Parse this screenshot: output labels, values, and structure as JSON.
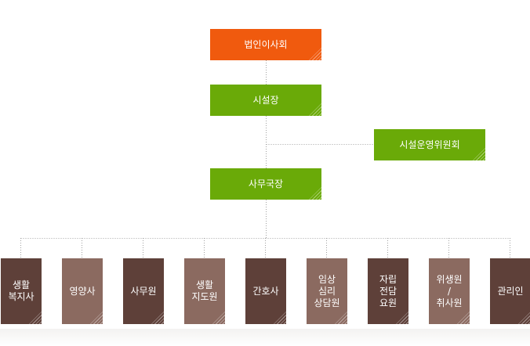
{
  "colors": {
    "board": "#f05a0e",
    "green": "#6aaa08",
    "staff_dark": "#5e4039",
    "staff_light": "#8b6a60",
    "line": "#a0a0a0"
  },
  "nodes": {
    "board": "법인이사회",
    "director": "시설장",
    "committee": "시설운영위원회",
    "secretary": "사무국장"
  },
  "staff": [
    {
      "label": "생활\n복지사",
      "tone": "dark"
    },
    {
      "label": "영양사",
      "tone": "light"
    },
    {
      "label": "사무원",
      "tone": "dark"
    },
    {
      "label": "생활\n지도원",
      "tone": "light"
    },
    {
      "label": "간호사",
      "tone": "dark"
    },
    {
      "label": "임상\n심리\n상담원",
      "tone": "light"
    },
    {
      "label": "자립\n전담\n요원",
      "tone": "dark"
    },
    {
      "label": "위생원\n/\n취사원",
      "tone": "light"
    },
    {
      "label": "관리인",
      "tone": "dark"
    }
  ]
}
